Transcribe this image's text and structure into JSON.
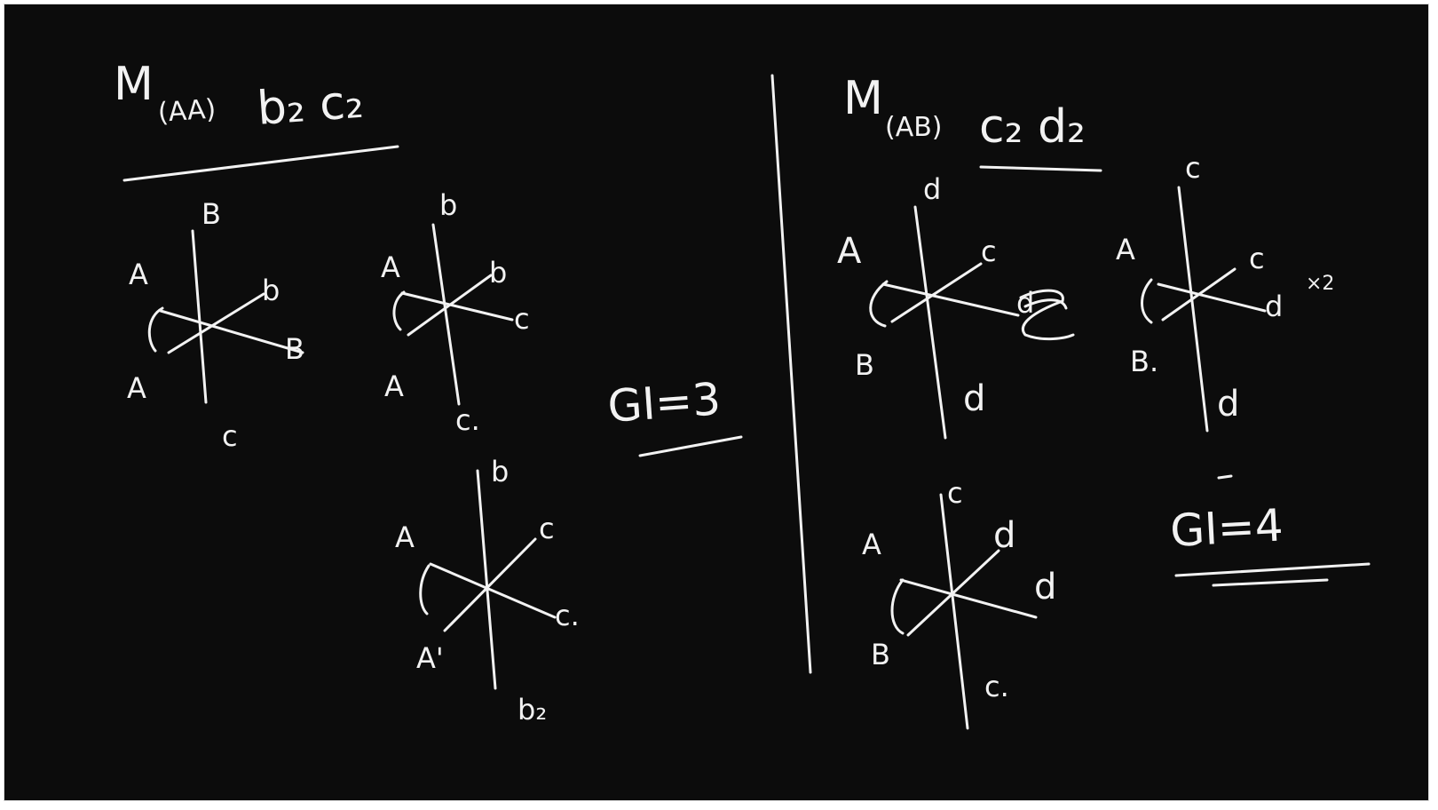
{
  "left_panel": {
    "title_main": "M",
    "title_sub": "(AA)",
    "title_rest": "b₂ c₂",
    "diagram1": {
      "top": "B",
      "upper_left": "A",
      "lower_left": "A",
      "right_upper": "b",
      "right_lower": "B",
      "bottom": "c"
    },
    "diagram2": {
      "top": "b",
      "upper_left": "A",
      "lower_left": "A",
      "right_upper": "b",
      "right_lower": "c",
      "bottom": "c."
    },
    "diagram3": {
      "top": "b",
      "upper_left": "A",
      "lower_left": "A'",
      "right_upper": "c",
      "right_lower": "c.",
      "bottom": "b₂"
    },
    "result": "GI=3"
  },
  "right_panel": {
    "title_main": "M",
    "title_sub": "(AB)",
    "title_rest": "c₂ d₂",
    "diagram1": {
      "top": "d",
      "upper_left": "A",
      "lower_left": "B",
      "right_upper": "c",
      "right_lower": "d",
      "bottom": "d"
    },
    "diagram2": {
      "top": "c",
      "upper_left": "A",
      "lower_left": "B.",
      "right_upper": "c",
      "right_lower": "d",
      "multiplier": "×2",
      "bottom": "d"
    },
    "diagram3": {
      "top": "c",
      "upper_left": "A",
      "lower_left": "B",
      "right_upper": "d",
      "right_lower": "d",
      "bottom": "c."
    },
    "result": "GI=4"
  }
}
